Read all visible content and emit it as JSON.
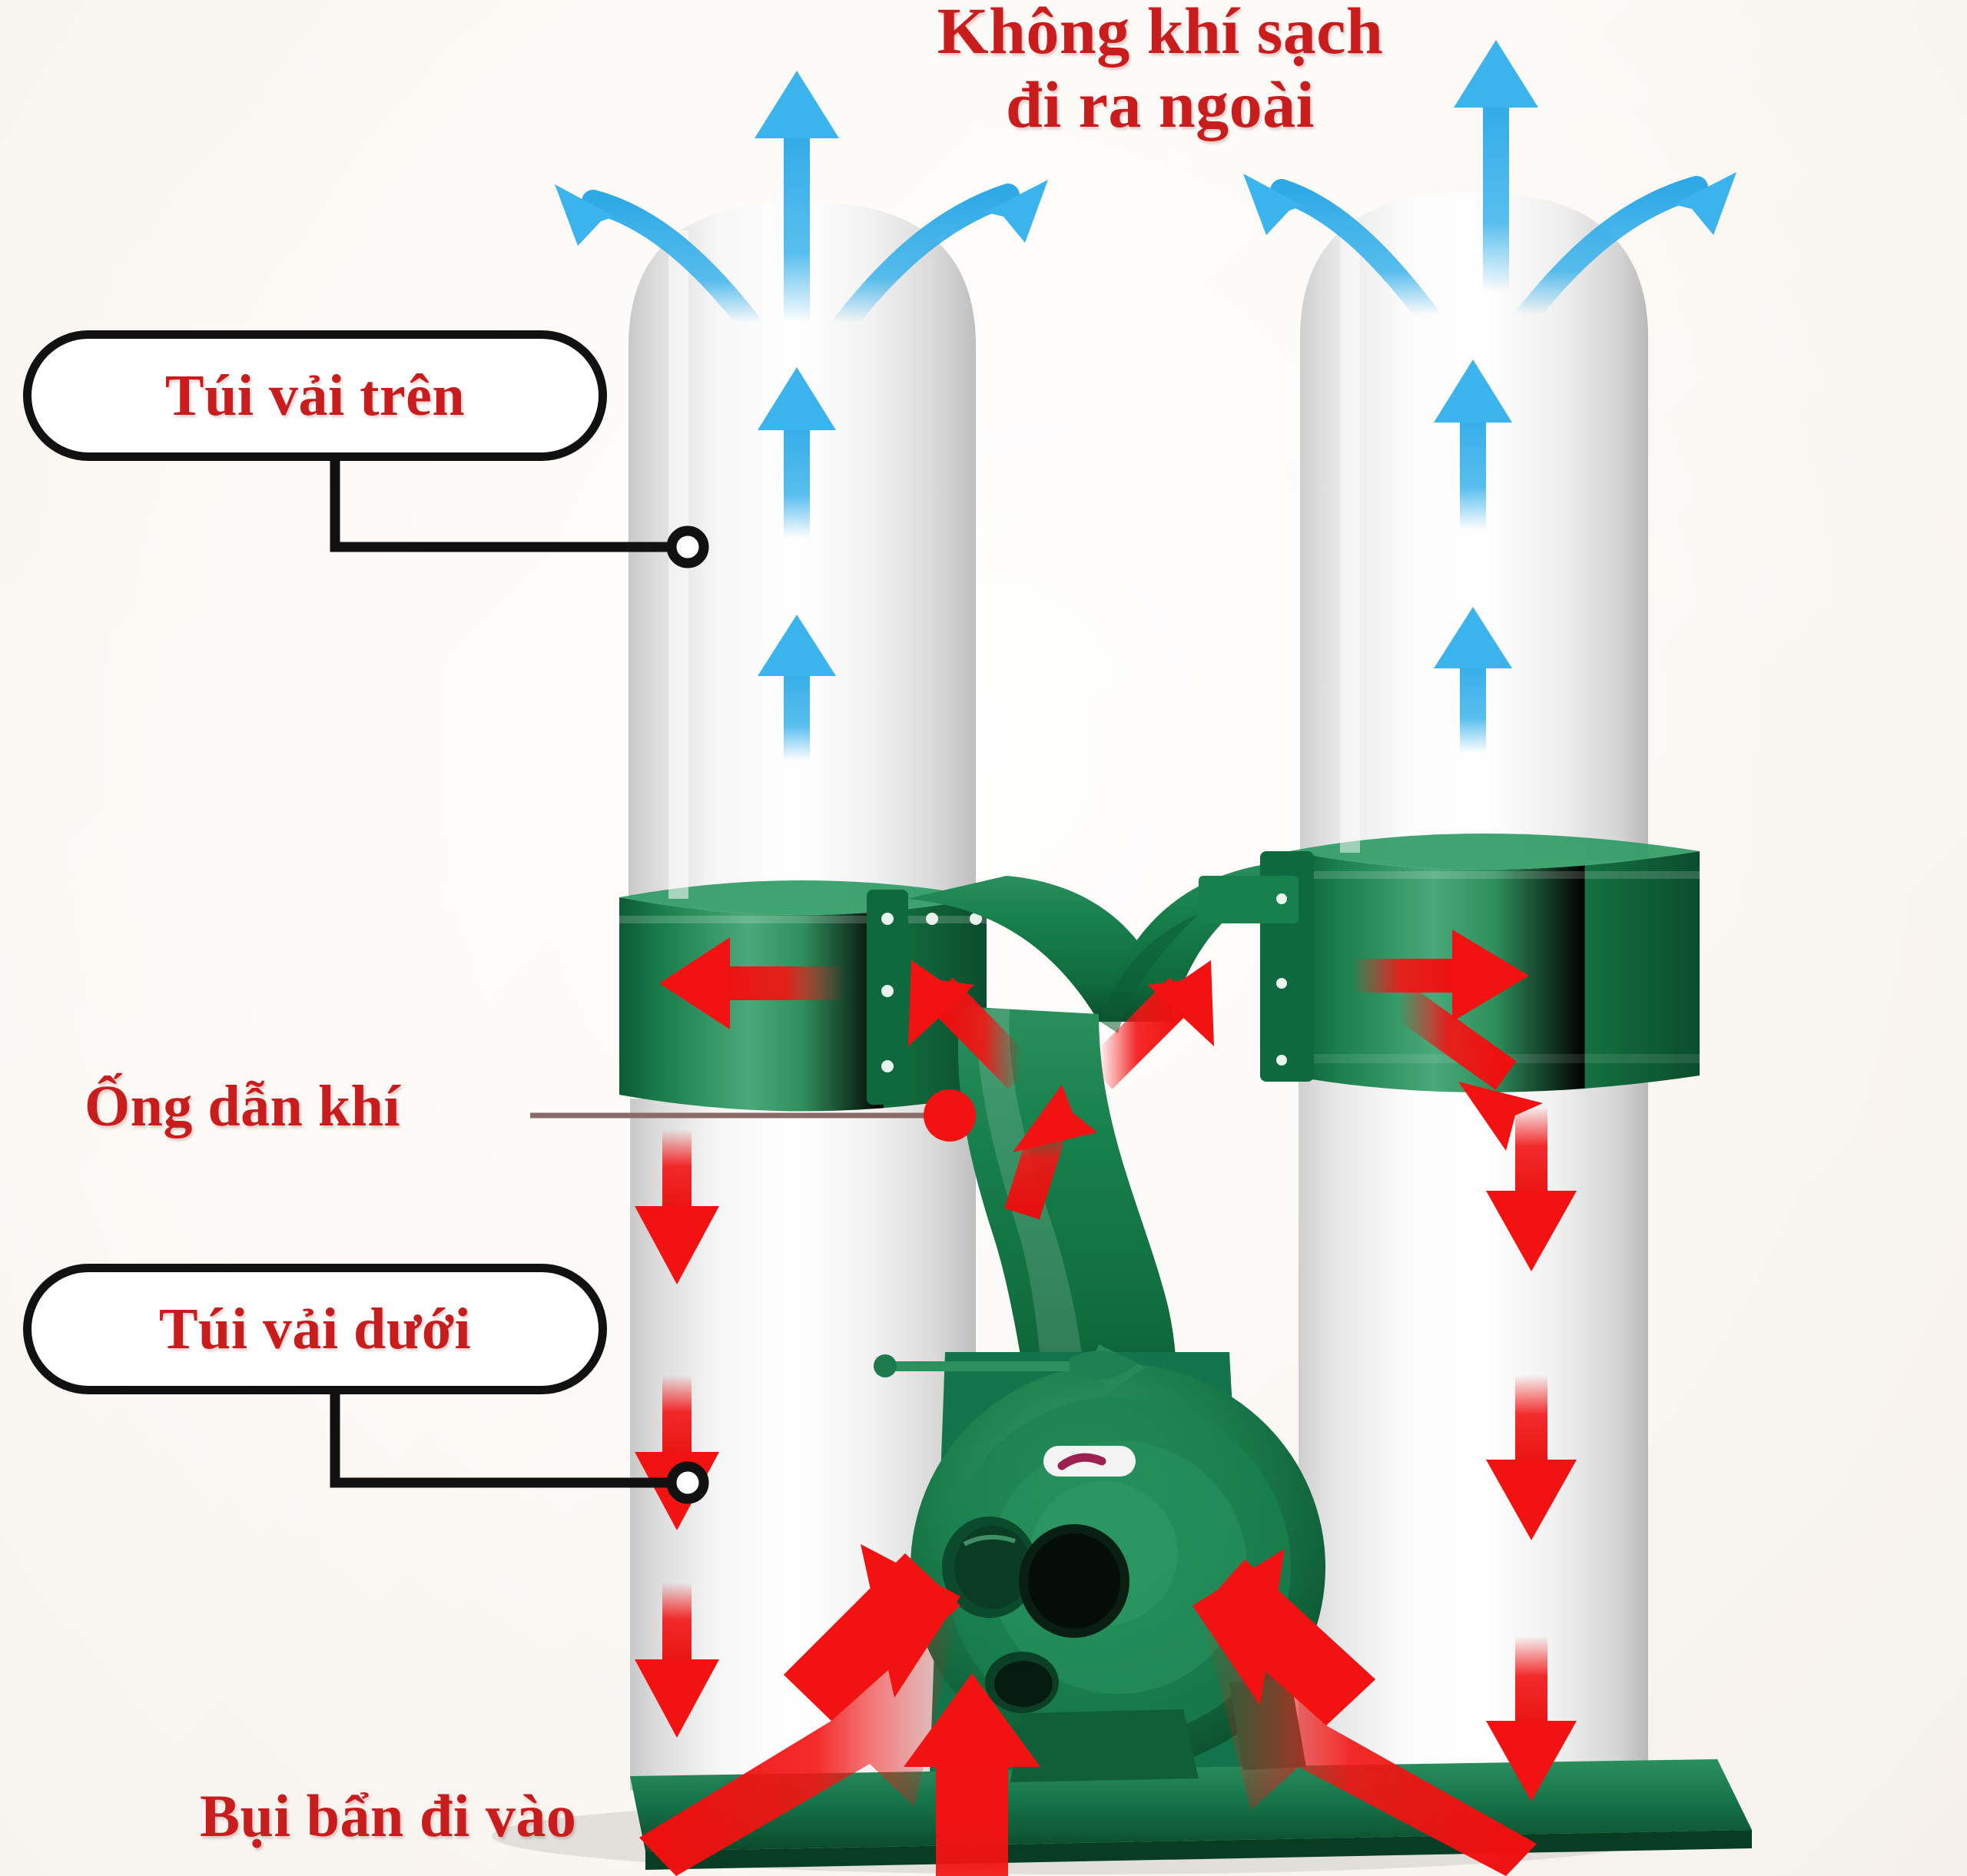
{
  "diagram": {
    "title": "Sơ đồ nguyên lý máy hút bụi túi vải",
    "background_color": "#faf7f3",
    "accent_red": "#c91d1d",
    "arrow_red": "#f01010",
    "arrow_blue": "#39b4ec",
    "machine_green": "#1b7a4a"
  },
  "headline": {
    "text": "Không khí sạch\ndi ra ngoài",
    "line1": "Không khí sạch",
    "line2": "đi ra ngoài",
    "full": "Không khí sạch\nđi ra ngoài"
  },
  "callouts": [
    {
      "id": "upper-bag",
      "label": "Túi vải trên"
    },
    {
      "id": "lower-bag",
      "label": "Túi vải dưới"
    }
  ],
  "labels": {
    "duct": "Ống dẫn khí",
    "dust_inlet": "Bụi bẩn đi vào"
  },
  "flow": {
    "clean_air_color": "#39b4ec",
    "dirty_air_color": "#f01010",
    "clean_air_direction": "up",
    "dirty_air_direction": "down"
  },
  "machine": {
    "bags": [
      {
        "side": "left",
        "upper": "white filter bag",
        "lower": "white collection bag"
      },
      {
        "side": "right",
        "upper": "white filter bag",
        "lower": "white collection bag"
      }
    ],
    "collar_color": "#17794a",
    "y_duct": "Y-shaped green duct",
    "blower": "green centrifugal blower housing",
    "inlet_ports": 3,
    "base": "green steel base frame"
  }
}
